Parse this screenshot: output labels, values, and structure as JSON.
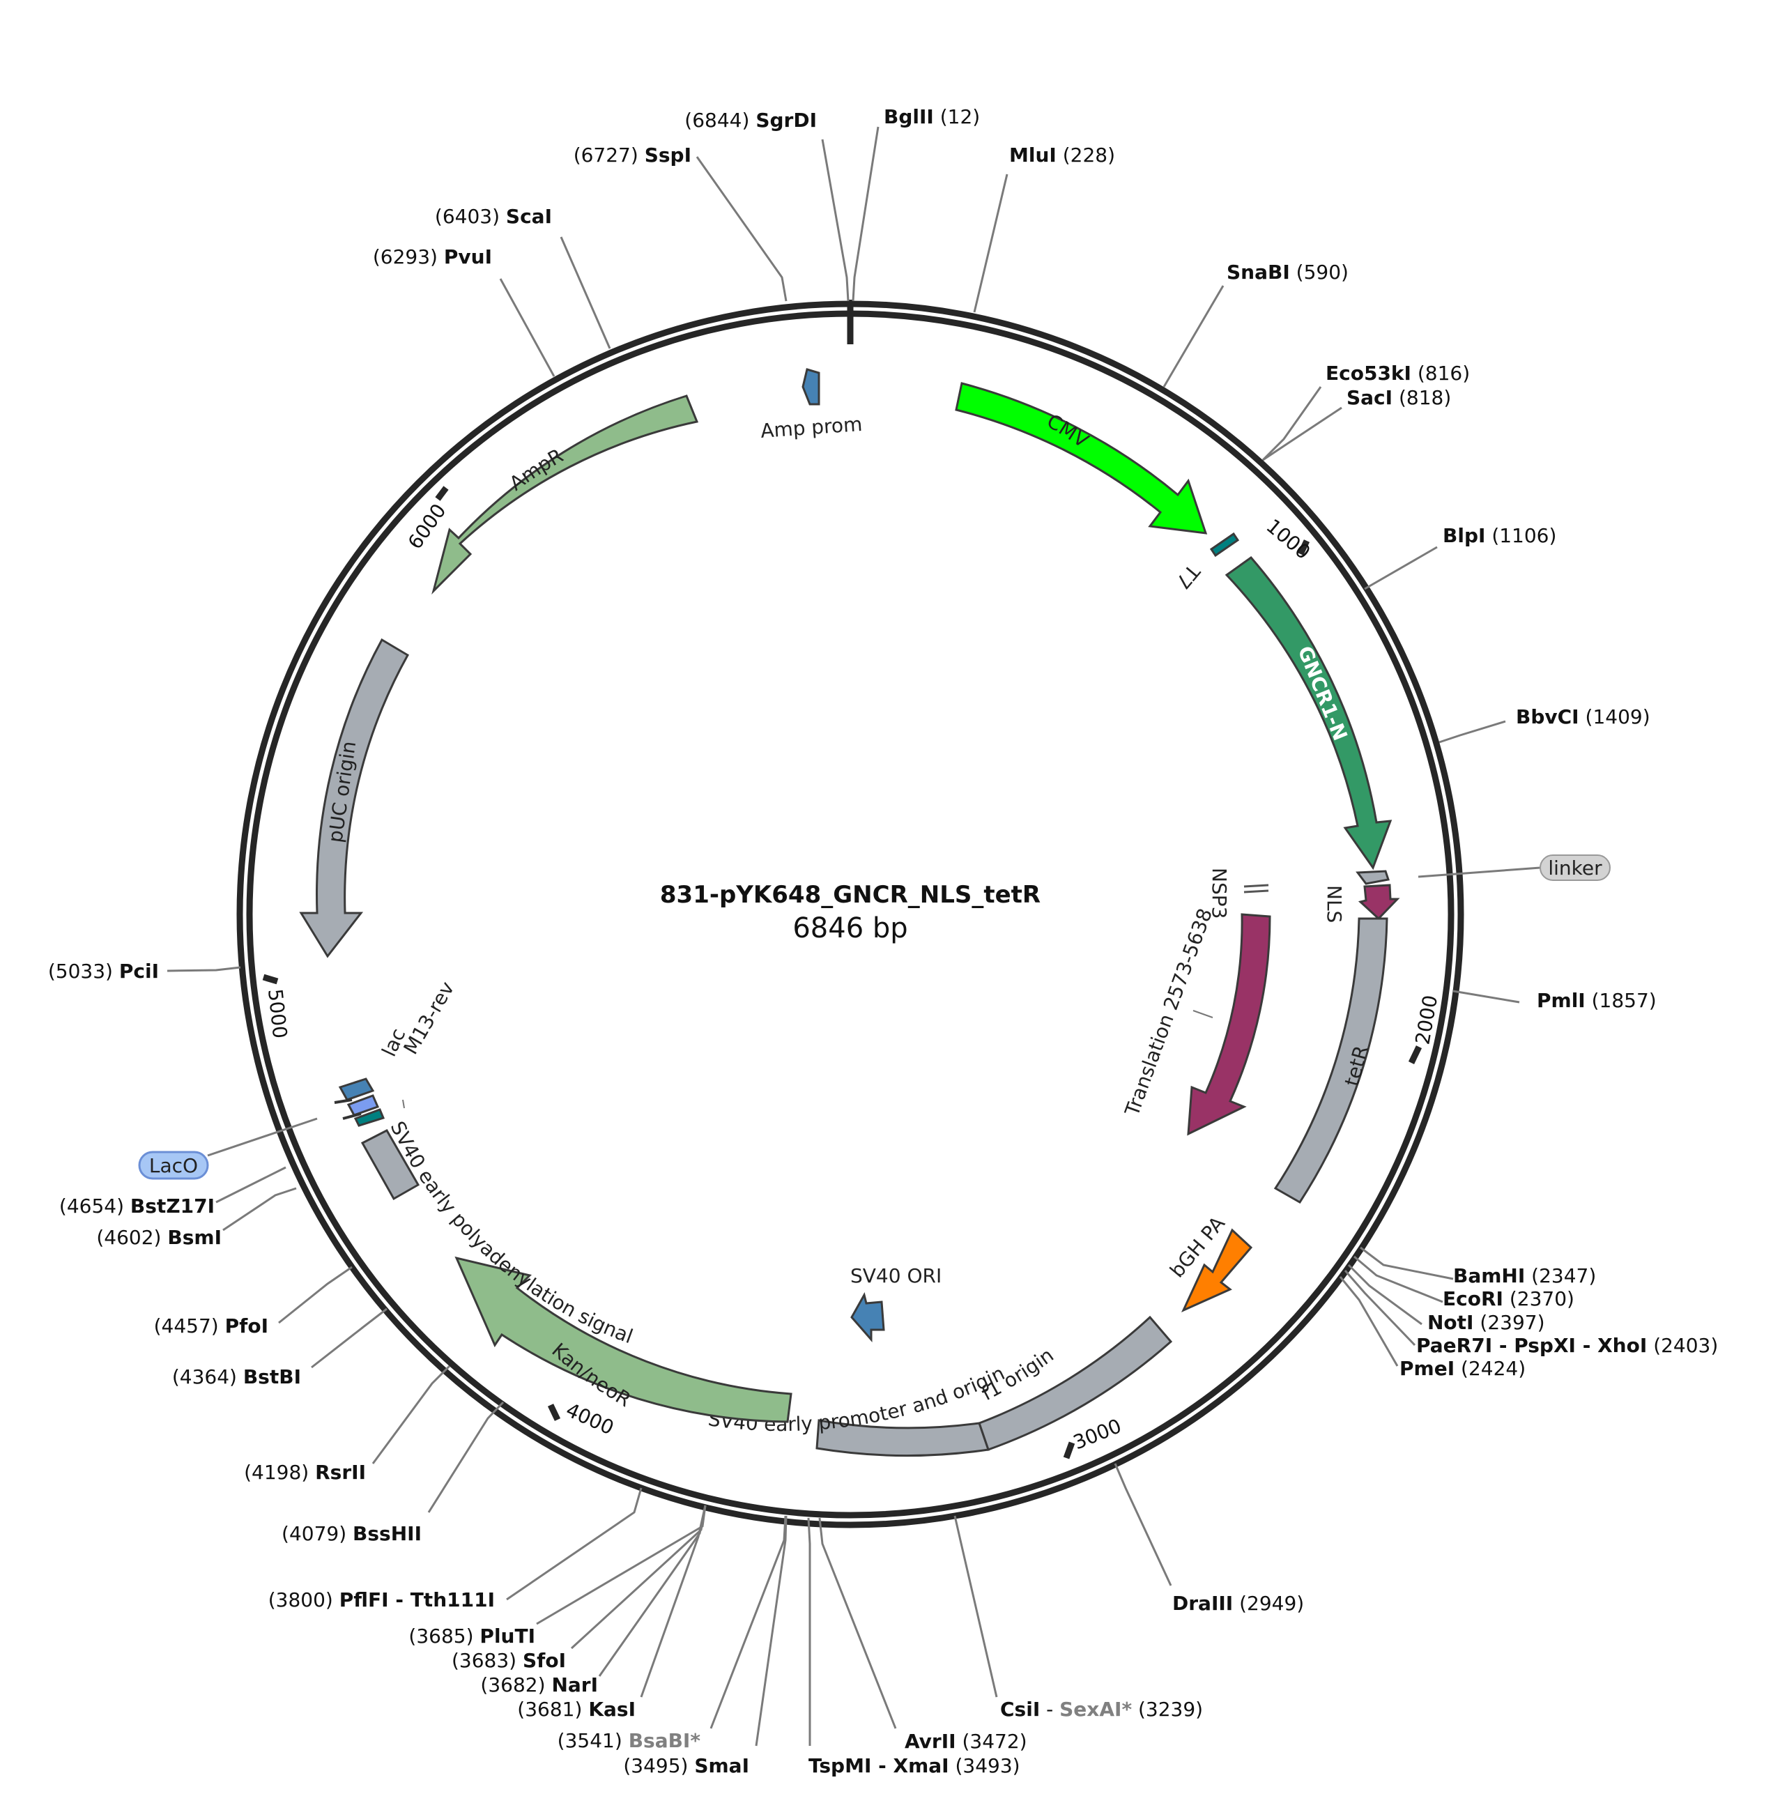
{
  "plasmid": {
    "name": "831-pYK648_GNCR_NLS_tetR",
    "size": "6846 bp"
  },
  "ticks": [
    "1000",
    "2000",
    "3000",
    "4000",
    "5000",
    "6000"
  ],
  "features": {
    "cmv": "CMV",
    "t7": "T7",
    "gncr": "GNCR1-N",
    "linker": "linker",
    "nls": "NLS",
    "tetr": "tetR",
    "nsp3": "NSP3",
    "translation": "Translation 2573-5638",
    "bgh": "bGH PA",
    "f1": "f1 origin",
    "sv40promo": "SV40 early promoter and origin",
    "sv40ori": "SV40 ORI",
    "kan": "Kan/neoR",
    "sv40pa": "SV40 early polyadenylation signal",
    "lac": "lac",
    "m13": "M13-rev",
    "laco": "LacO",
    "puc": "pUC origin",
    "ampr": "AmpR",
    "ampprom": "Amp prom"
  },
  "sites": {
    "sgrdi": {
      "name": "SgrDI",
      "pos": "(6844)"
    },
    "bglii": {
      "name": "BglII",
      "pos": "(12)"
    },
    "sspi": {
      "name": "SspI",
      "pos": "(6727)"
    },
    "mlui": {
      "name": "MluI",
      "pos": "(228)"
    },
    "scai": {
      "name": "ScaI",
      "pos": "(6403)"
    },
    "pvui": {
      "name": "PvuI",
      "pos": "(6293)"
    },
    "snabi": {
      "name": "SnaBI",
      "pos": "(590)"
    },
    "eco53ki": {
      "name": "Eco53kI",
      "pos": "(816)"
    },
    "saci": {
      "name": "SacI",
      "pos": "(818)"
    },
    "blpi": {
      "name": "BlpI",
      "pos": "(1106)"
    },
    "bbvci": {
      "name": "BbvCI",
      "pos": "(1409)"
    },
    "pmli": {
      "name": "PmlI",
      "pos": "(1857)"
    },
    "pcii": {
      "name": "PciI",
      "pos": "(5033)"
    },
    "bamhi": {
      "name": "BamHI",
      "pos": "(2347)"
    },
    "ecori": {
      "name": "EcoRI",
      "pos": "(2370)"
    },
    "noti": {
      "name": "NotI",
      "pos": "(2397)"
    },
    "xhoi": {
      "name": "PaeR7I - PspXI - XhoI",
      "pos": "(2403)"
    },
    "pmei": {
      "name": "PmeI",
      "pos": "(2424)"
    },
    "bstz17i": {
      "name": "BstZ17I",
      "pos": "(4654)"
    },
    "bsmi": {
      "name": "BsmI",
      "pos": "(4602)"
    },
    "pfoi": {
      "name": "PfoI",
      "pos": "(4457)"
    },
    "bstbi": {
      "name": "BstBI",
      "pos": "(4364)"
    },
    "rsrii": {
      "name": "RsrII",
      "pos": "(4198)"
    },
    "bsshii": {
      "name": "BssHII",
      "pos": "(4079)"
    },
    "draiii": {
      "name": "DraIII",
      "pos": "(2949)"
    },
    "pflfi": {
      "name": "PflFI - Tth111I",
      "pos": "(3800)"
    },
    "pluti": {
      "name": "PluTI",
      "pos": "(3685)"
    },
    "sfoi": {
      "name": "SfoI",
      "pos": "(3683)"
    },
    "nari": {
      "name": "NarI",
      "pos": "(3682)"
    },
    "kasi": {
      "name": "KasI",
      "pos": "(3681)"
    },
    "csii": {
      "name": "CsiI",
      "sep": " - ",
      "extra": "SexAI*",
      "pos": "(3239)"
    },
    "bsabi": {
      "name": "BsaBI*",
      "pos": "(3541)"
    },
    "smai": {
      "name": "SmaI",
      "pos": "(3495)"
    },
    "avrii": {
      "name": "AvrII",
      "pos": "(3472)"
    },
    "xmai": {
      "name": "TspMI - XmaI",
      "pos": "(3493)"
    }
  },
  "colors": {
    "cmv": "#00ff00",
    "gncr": "#339966",
    "nls": "#993366",
    "tetr": "#a6acb3",
    "bgh": "#ff7f00",
    "f1": "#a6acb3",
    "kan": "#8fbc8b",
    "ampr": "#8fbc8b",
    "puc": "#a6acb3",
    "promoter": "#4682b4",
    "t7": "#008080",
    "laco": "#a7c7f5"
  }
}
